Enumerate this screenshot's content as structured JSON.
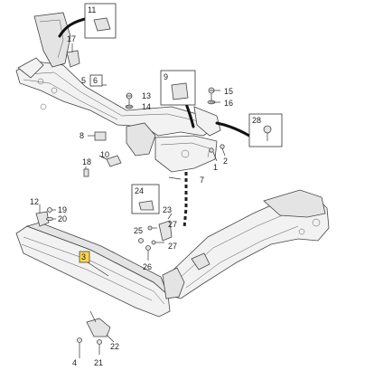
{
  "diagram": {
    "callouts": {
      "c1": "1",
      "c2": "2",
      "c3": "3",
      "c4": "4",
      "c5": "5",
      "c6": "6",
      "c7": "7",
      "c8": "8",
      "c9": "9",
      "c10": "10",
      "c11": "11",
      "c12": "12",
      "c13": "13",
      "c14": "14",
      "c15": "15",
      "c16": "16",
      "c17": "17",
      "c18": "18",
      "c19": "19",
      "c20": "20",
      "c21": "21",
      "c22": "22",
      "c23": "23",
      "c24": "24",
      "c25": "25",
      "c26": "26",
      "c27a": "27",
      "c27b": "27",
      "c28": "28"
    },
    "highlight_color": "#ffd54a"
  }
}
